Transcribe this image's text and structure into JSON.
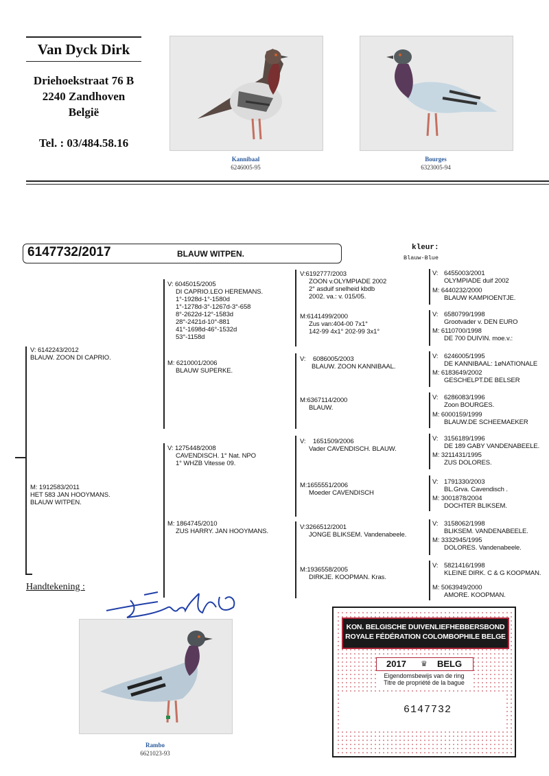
{
  "header": {
    "name": "Van Dyck Dirk",
    "street": "Driehoekstraat 76 B",
    "city": "2240 Zandhoven",
    "country": "België",
    "phone": "Tel. : 03/484.58.16"
  },
  "photos": [
    {
      "name": "Kannibaal",
      "ring": "6246005-95"
    },
    {
      "name": "Bourges",
      "ring": "6323005-94"
    },
    {
      "name": "Rambo",
      "ring": "6621023-93"
    }
  ],
  "subject": {
    "ring": "6147732/2017",
    "color_desc": "BLAUW WITPEN.",
    "kleur_label": "kleur:",
    "kleur_value": "Blauw-Blue"
  },
  "gen1": [
    {
      "label": "V:",
      "lines": [
        "6142243/2012",
        "BLAUW. ZOON DI CAPRIO."
      ]
    },
    {
      "label": "M:",
      "lines": [
        "1912583/2011",
        "HET 583 JAN HOOYMANS.",
        "BLAUW WITPEN."
      ]
    }
  ],
  "gen2": [
    {
      "label": "V:",
      "lines": [
        "6045015/2005",
        "DI CAPRIO.LEO HEREMANS.",
        "1°-1928d-1°-1580d",
        "1°-1278d-3°-1267d-3°-658",
        "8°-2622d-12°-1583d",
        "28°-2421d-10°-881",
        "41°-1698d-46°-1532d",
        "53°-1158d"
      ]
    },
    {
      "label": "M:",
      "lines": [
        "6210001/2006",
        "BLAUW SUPERKE."
      ]
    },
    {
      "label": "V:",
      "lines": [
        "1275448/2008",
        "CAVENDISCH. 1° Nat. NPO",
        "1° WHZB Vitesse 09."
      ]
    },
    {
      "label": "M:",
      "lines": [
        "1864745/2010",
        "ZUS HARRY. JAN HOOYMANS."
      ]
    }
  ],
  "gen3": [
    {
      "label": "V:",
      "lines": [
        "6192777/2003",
        "ZOON v.OLYMPIADE 2002",
        "2° asduif snelheid kbdb",
        "2002. va.: v. 015/05."
      ]
    },
    {
      "label": "M:",
      "lines": [
        "6141499/2000",
        "Zus van:404-00 7x1°",
        "142-99 4x1° 202-99 3x1°"
      ]
    },
    {
      "label": "V:",
      "lines": [
        "6086005/2003",
        "BLAUW. ZOON KANNIBAAL."
      ]
    },
    {
      "label": "M:",
      "lines": [
        "6367114/2000",
        "BLAUW."
      ]
    },
    {
      "label": "V:",
      "lines": [
        "1651509/2006",
        "Vader CAVENDISCH. BLAUW."
      ]
    },
    {
      "label": "M:",
      "lines": [
        "1655551/2006",
        "Moeder CAVENDISCH"
      ]
    },
    {
      "label": "V:",
      "lines": [
        "3266512/2001",
        "JONGE BLIKSEM. Vandenabeele."
      ]
    },
    {
      "label": "M:",
      "lines": [
        "1936558/2005",
        "DIRKJE. KOOPMAN. Kras."
      ]
    }
  ],
  "gen4": [
    {
      "label": "V:",
      "lines": [
        "6455003/2001",
        "OLYMPIADE duif 2002"
      ]
    },
    {
      "label": "M:",
      "lines": [
        "6440232/2000",
        "BLAUW KAMPIOENTJE."
      ]
    },
    {
      "label": "V:",
      "lines": [
        "6580799/1998",
        "Grootvader v. DEN EURO"
      ]
    },
    {
      "label": "M:",
      "lines": [
        "6110700/1998",
        "DE 700 DUIVIN. moe.v.:"
      ]
    },
    {
      "label": "V:",
      "lines": [
        "6246005/1995",
        "DE KANNIBAAL: 1øNATIONALE"
      ]
    },
    {
      "label": "M:",
      "lines": [
        "6183649/2002",
        "GESCHELPT.DE BELSER"
      ]
    },
    {
      "label": "V:",
      "lines": [
        "6286083/1996",
        "Zoon BOURGES."
      ]
    },
    {
      "label": "M:",
      "lines": [
        "6000159/1999",
        "BLAUW.DE SCHEEMAEKER"
      ]
    },
    {
      "label": "V:",
      "lines": [
        "3156189/1996",
        "DE 189 GABY VANDENABEELE."
      ]
    },
    {
      "label": "M:",
      "lines": [
        "3211431/1995",
        "ZUS DOLORES."
      ]
    },
    {
      "label": "V:",
      "lines": [
        "1791330/2003",
        "BL.Grva. Cavendisch ."
      ]
    },
    {
      "label": "M:",
      "lines": [
        "3001878/2004",
        "DOCHTER BLIKSEM."
      ]
    },
    {
      "label": "V:",
      "lines": [
        "3158062/1998",
        "BLIKSEM. VANDENABEELE."
      ]
    },
    {
      "label": "M:",
      "lines": [
        "3332945/1995",
        "DOLORES. Vandenabeele."
      ]
    },
    {
      "label": "V:",
      "lines": [
        "5821416/1998",
        "KLEINE DIRK. C & G KOOPMAN."
      ]
    },
    {
      "label": "M:",
      "lines": [
        "5063949/2000",
        "AMORE. KOOPMAN."
      ]
    }
  ],
  "signature": {
    "label": "Handtekening :"
  },
  "certificate": {
    "line1": "KON. BELGISCHE DUIVENLIEFHEBBERSBOND",
    "line2": "ROYALE FÉDÉRATION COLOMBOPHILE BELGE",
    "year": "2017",
    "country_code": "BELG",
    "title_nl": "Eigendomsbewijs van de ring",
    "title_fr": "Titre de propriété de la bague",
    "number": "6147732"
  },
  "colors": {
    "caption_blue": "#2a5a9a",
    "certificate_red": "#b0283a",
    "certificate_black": "#1a1a1a",
    "signature_blue": "#1f3fa8"
  }
}
